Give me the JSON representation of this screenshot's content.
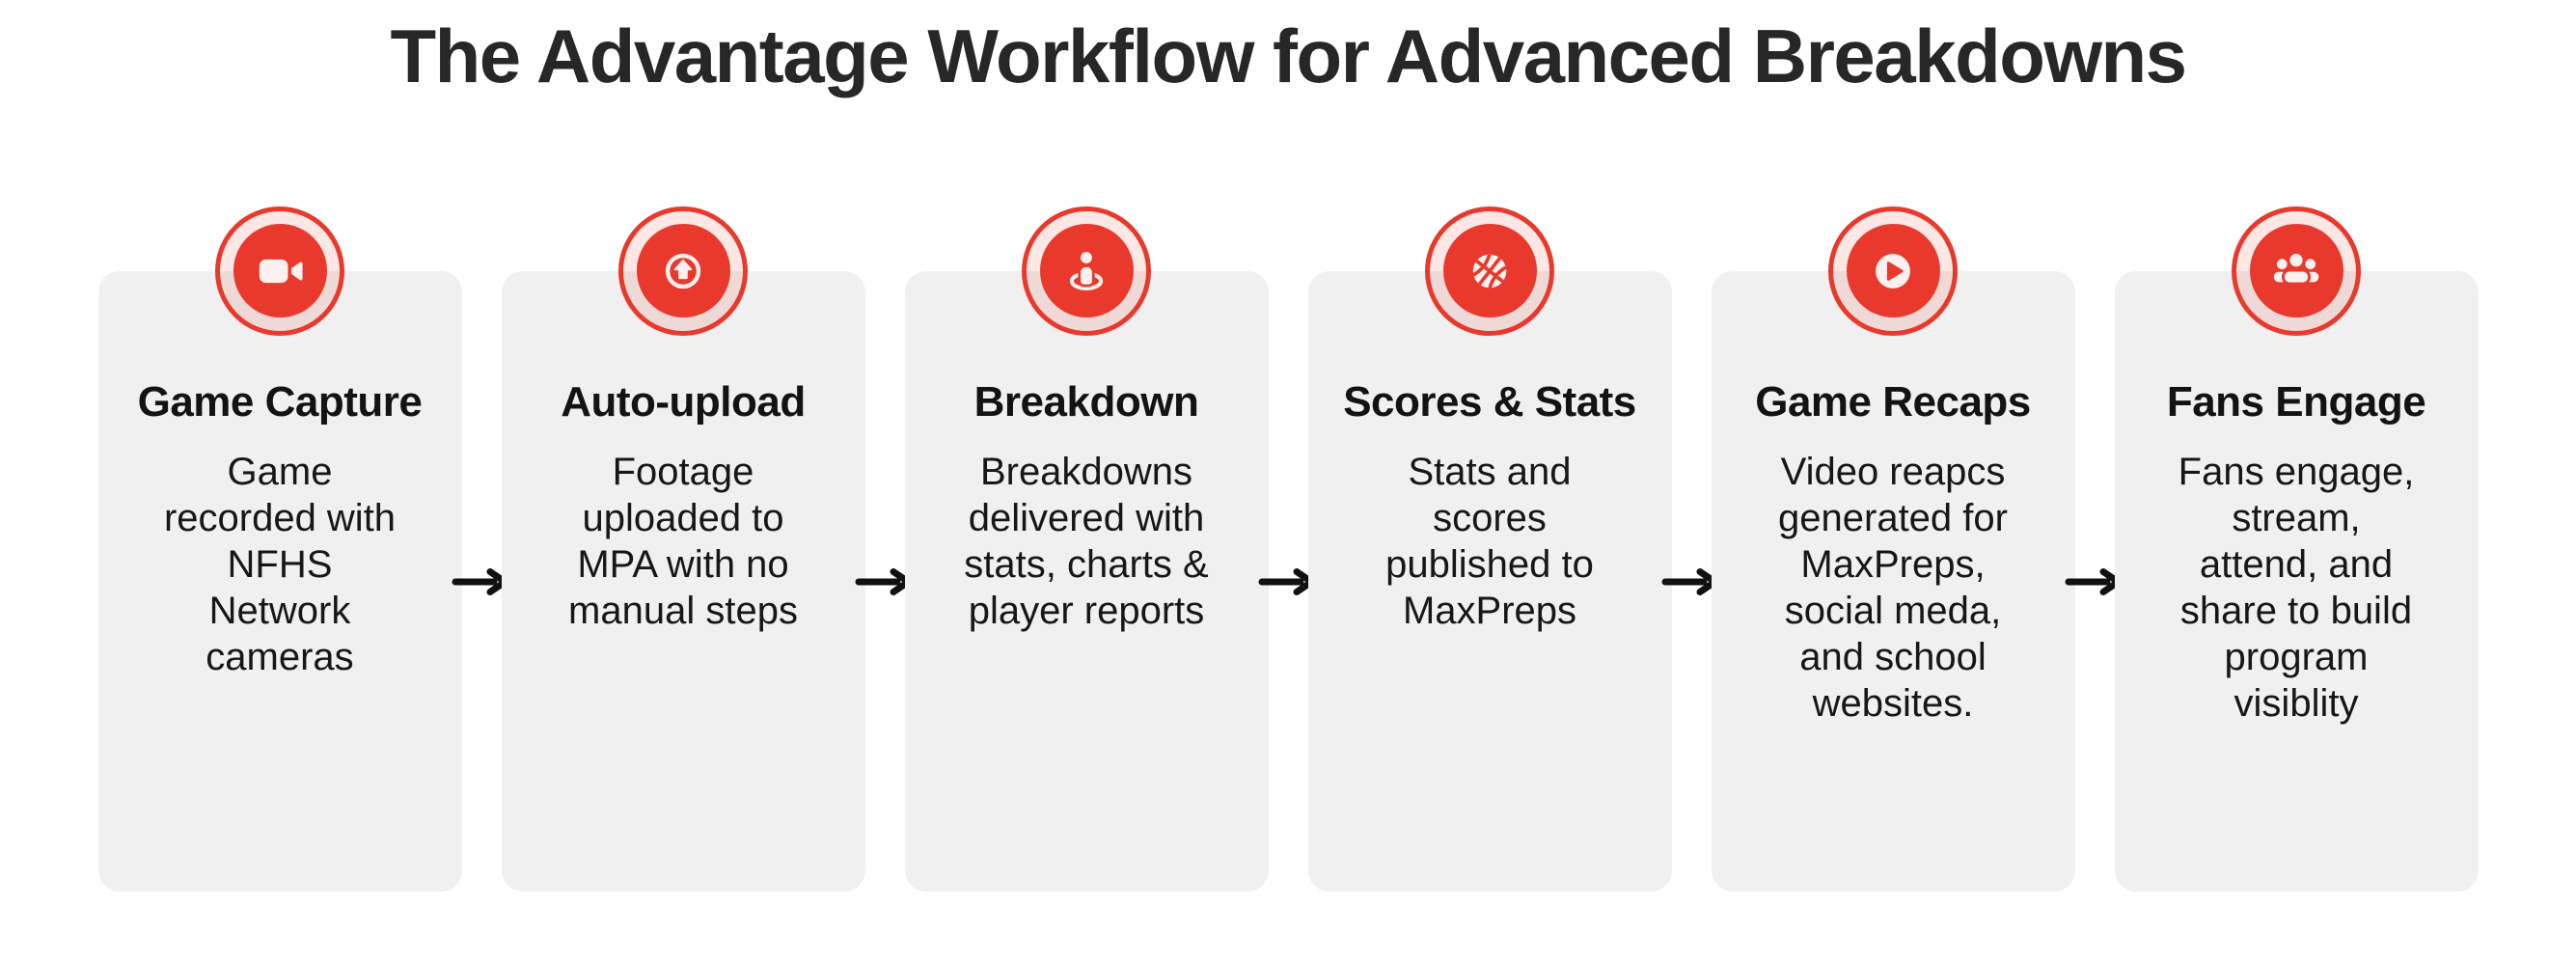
{
  "page": {
    "title": "The Advantage Workflow for Advanced Breakdowns"
  },
  "colors": {
    "accent_red": "#e8392c",
    "card_bg": "#f0f0f0",
    "icon_glyph": "#fdf1ef",
    "arrow_color": "#111111"
  },
  "steps": [
    {
      "icon": "video-camera-icon",
      "title": "Game Capture",
      "description": "Game\nrecorded with\nNFHS\nNetwork\ncameras"
    },
    {
      "icon": "upload-arrow-icon",
      "title": "Auto-upload",
      "description": "Footage\nuploaded to\nMPA with no\nmanual steps"
    },
    {
      "icon": "person-pin-icon",
      "title": "Breakdown",
      "description": "Breakdowns\ndelivered with\nstats, charts &\nplayer reports"
    },
    {
      "icon": "basketball-icon",
      "title": "Scores & Stats",
      "description": "Stats and\nscores\npublished to\nMaxPreps"
    },
    {
      "icon": "play-circle-icon",
      "title": "Game Recaps",
      "description": "Video reapcs\ngenerated for\nMaxPreps,\nsocial meda,\nand school\nwebsites."
    },
    {
      "icon": "people-group-icon",
      "title": "Fans Engage",
      "description": "Fans engage,\nstream,\nattend, and\nshare to build\nprogram\nvisiblity"
    }
  ]
}
